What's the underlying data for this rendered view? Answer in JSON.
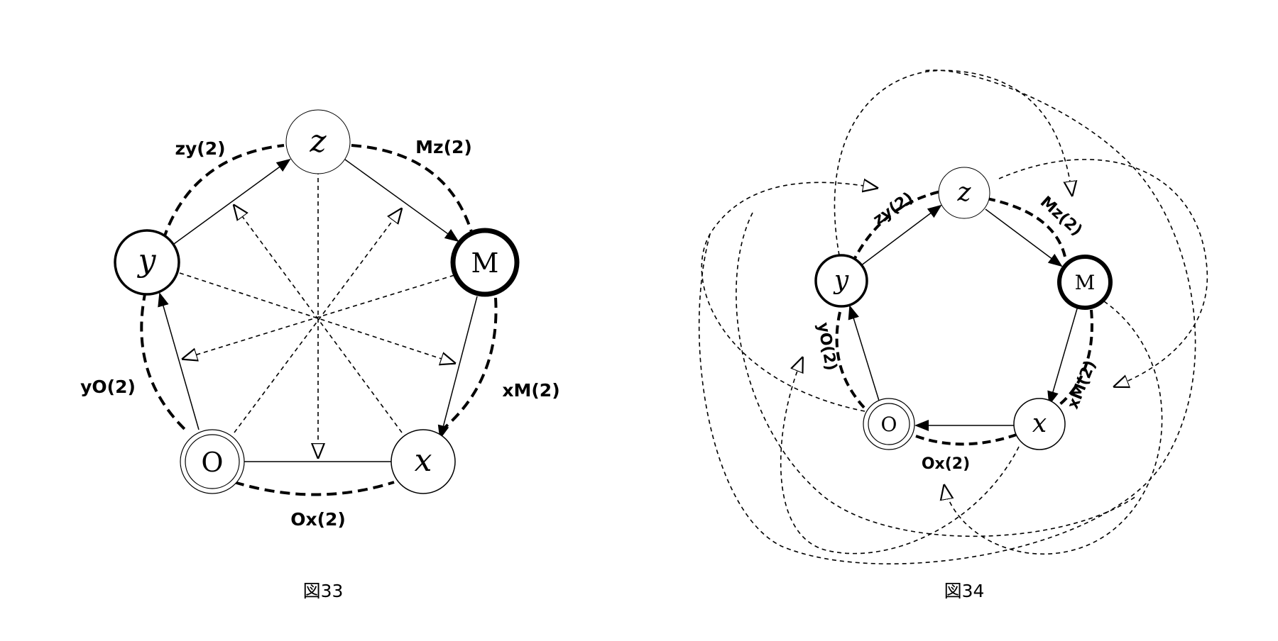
{
  "figure33": {
    "caption": "図33",
    "nodes": {
      "z": "z",
      "M": "M",
      "x": "x",
      "O": "O",
      "y": "y"
    },
    "edge_labels": {
      "zy": "zy(2)",
      "Mz": "Mz(2)",
      "xM": "xM(2)",
      "Ox": "Ox(2)",
      "yO": "yO(2)"
    }
  },
  "figure34": {
    "caption": "図34",
    "nodes": {
      "z": "z",
      "M": "M",
      "x": "x",
      "O": "O",
      "y": "y"
    },
    "edge_labels": {
      "zy": "zy(2)",
      "Mz": "Mz(2)",
      "xM": "xM(2)",
      "Ox": "Ox(2)",
      "yO": "yO(2)"
    }
  }
}
